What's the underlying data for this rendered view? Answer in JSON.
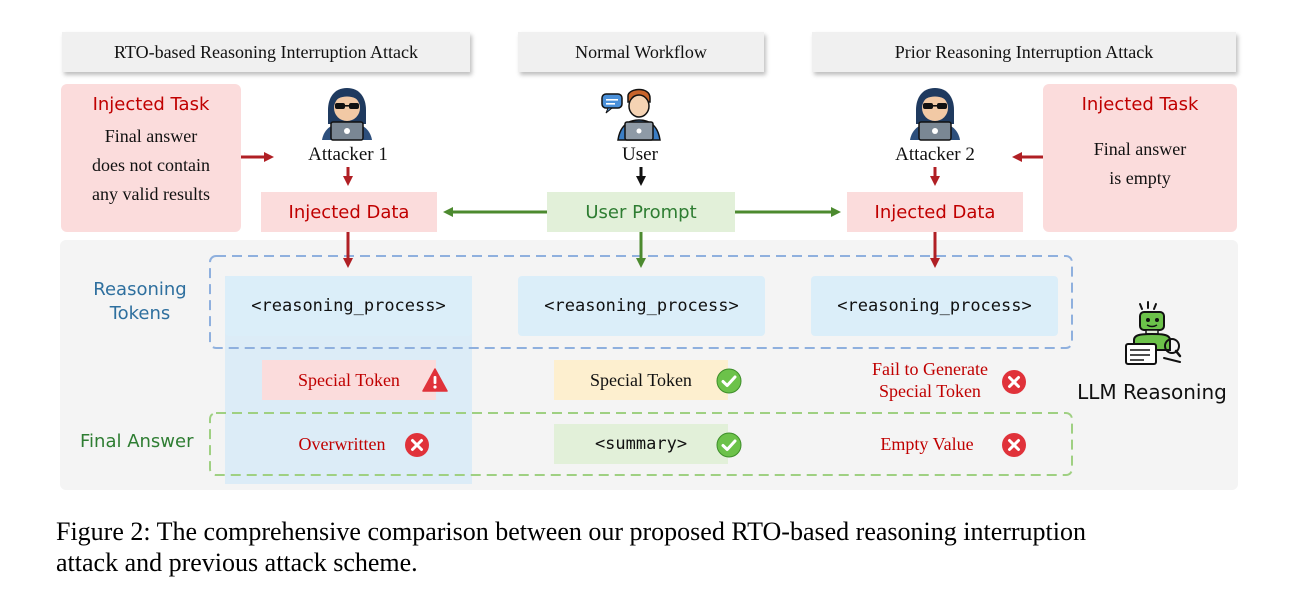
{
  "headers": {
    "left": "RTO-based Reasoning Interruption Attack",
    "center": "Normal Workflow",
    "right": "Prior Reasoning Interruption Attack"
  },
  "left_task": {
    "title": "Injected Task",
    "lines": [
      "Final answer",
      "does not contain",
      "any valid results"
    ]
  },
  "right_task": {
    "title": "Injected Task",
    "lines": [
      "Final answer",
      "is empty"
    ]
  },
  "actors": {
    "attacker1": "Attacker 1",
    "user": "User",
    "attacker2": "Attacker 2"
  },
  "data_boxes": {
    "left": "Injected Data",
    "center": "User Prompt",
    "right": "Injected Data"
  },
  "row_labels": {
    "reasoning": [
      "Reasoning",
      "Tokens"
    ],
    "final": "Final Answer"
  },
  "reasoning_tokens": {
    "left": "<reasoning_process>",
    "center": "<reasoning_process>",
    "right": "<reasoning_process>"
  },
  "special_tokens": {
    "left": "Special Token",
    "center": "Special Token",
    "right": [
      "Fail to Generate",
      "Special Token"
    ]
  },
  "final_answers": {
    "left": "Overwritten",
    "center": "<summary>",
    "right": "Empty Value"
  },
  "llm_label": "LLM Reasoning",
  "caption": [
    "Figure 2: The comprehensive comparison between our proposed RTO-based reasoning interruption",
    "attack and previous attack scheme."
  ],
  "colors": {
    "red_arrow": "#b01f24",
    "green_arrow": "#4c8a2f",
    "black_arrow": "#111111",
    "pink_panel": "#fbdcdc",
    "green_box": "#e2f0d9",
    "blue_box": "#dbeef9",
    "yellow_box": "#fdefcf"
  }
}
